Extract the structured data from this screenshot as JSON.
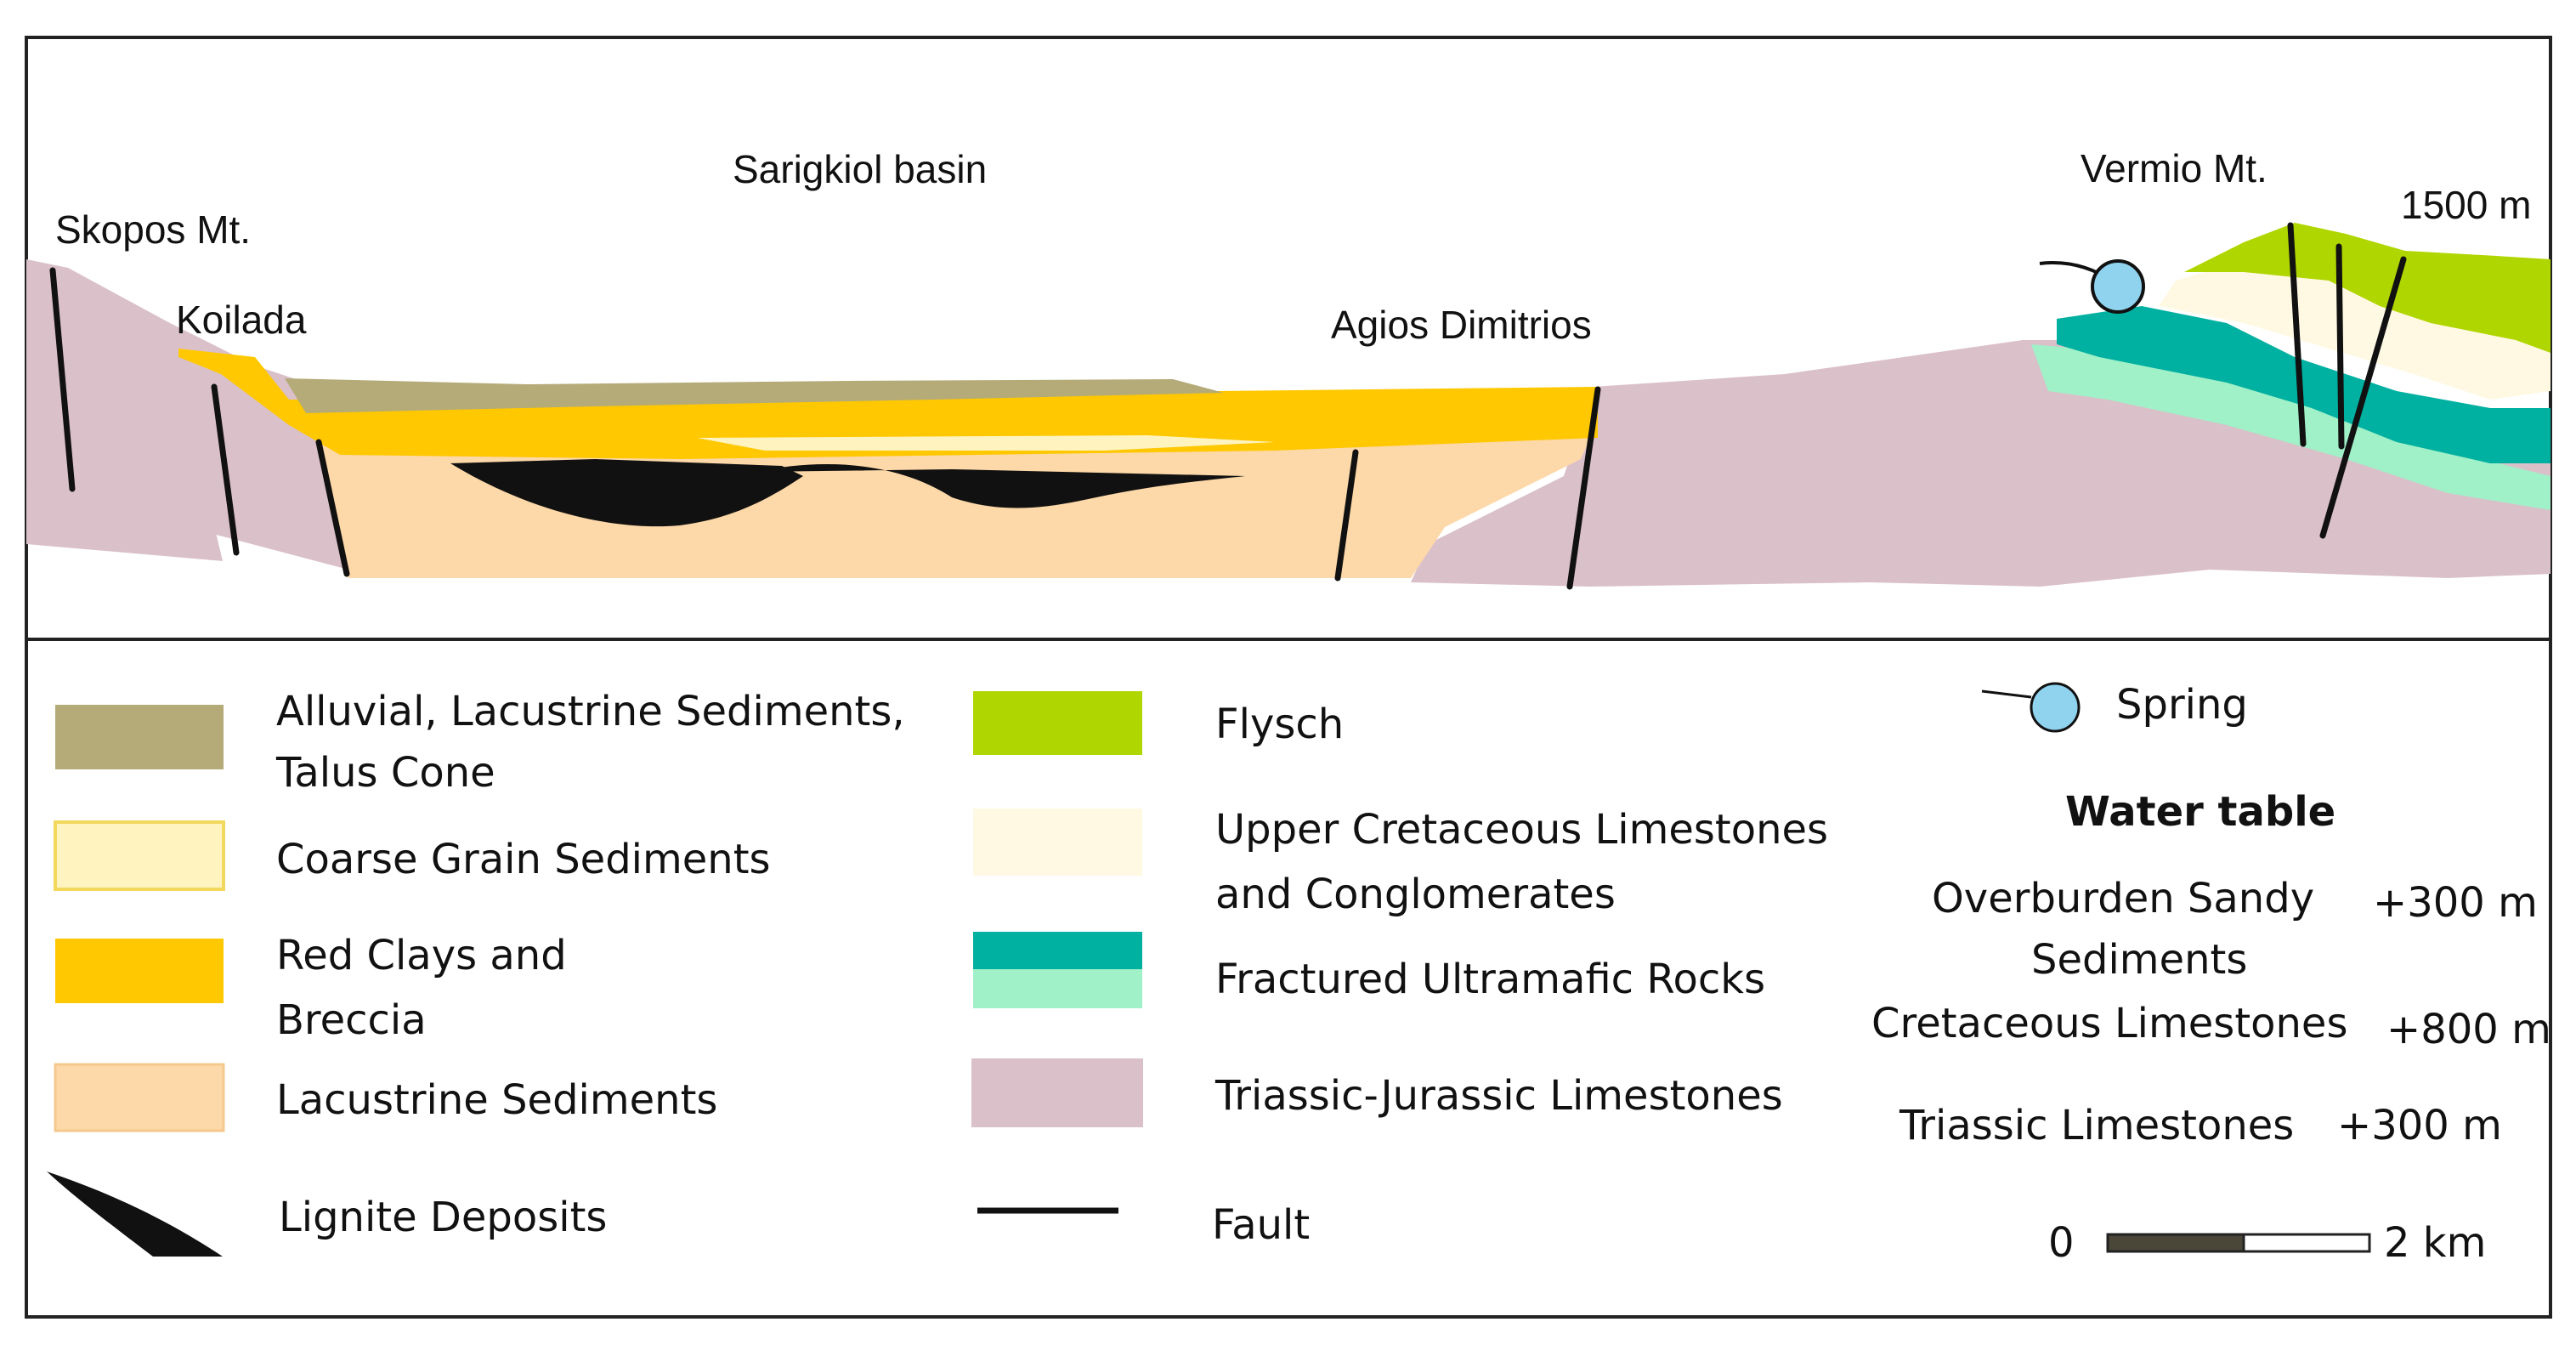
{
  "section": {
    "title": "Sarigkiol basin",
    "labels": {
      "skopos": "Skopos Mt.",
      "koilada": "Koilada",
      "agios": "Agios Dimitrios",
      "vermio": "Vermio Mt.",
      "elevation": "1500 m"
    }
  },
  "colors": {
    "alluvial": "#b4ab78",
    "coarse": "#fff3c0",
    "red_clays": "#ffc800",
    "lacustrine": "#fdd8a8",
    "lignite": "#111111",
    "flysch": "#b0d600",
    "upper_cretaceous": "#fff9e3",
    "ultramafic_dark": "#00b0a0",
    "ultramafic_light": "#a0f0c8",
    "triassic": "#dac0c9",
    "spring": "#8fd3ef",
    "water_table": "#1a9ad6"
  },
  "legend": {
    "alluvial": [
      "Alluvial, Lacustrine Sediments,",
      "Talus Cone"
    ],
    "coarse": "Coarse Grain Sediments",
    "red_clays": [
      "Red Clays and",
      "Breccia"
    ],
    "lacustrine": "Lacustrine Sediments",
    "lignite": "Lignite Deposits",
    "flysch": "Flysch",
    "upper_cretaceous": [
      "Upper Cretaceous Limestones",
      "and Conglomerates"
    ],
    "ultramafic": "Fractured Ultramafic Rocks",
    "triassic": "Triassic-Jurassic Limestones",
    "fault": "Fault",
    "spring": "Spring",
    "water_table": {
      "title": "Water table",
      "overburden": [
        "Overburden Sandy",
        "Sediments"
      ],
      "overburden_value": "+300 m",
      "cretaceous": "Cretaceous Limestones",
      "cretaceous_value": "+800 m",
      "triassic": "Triassic Limestones",
      "triassic_value": "+300 m"
    },
    "scale": {
      "start": "0",
      "end": "2 km"
    }
  }
}
